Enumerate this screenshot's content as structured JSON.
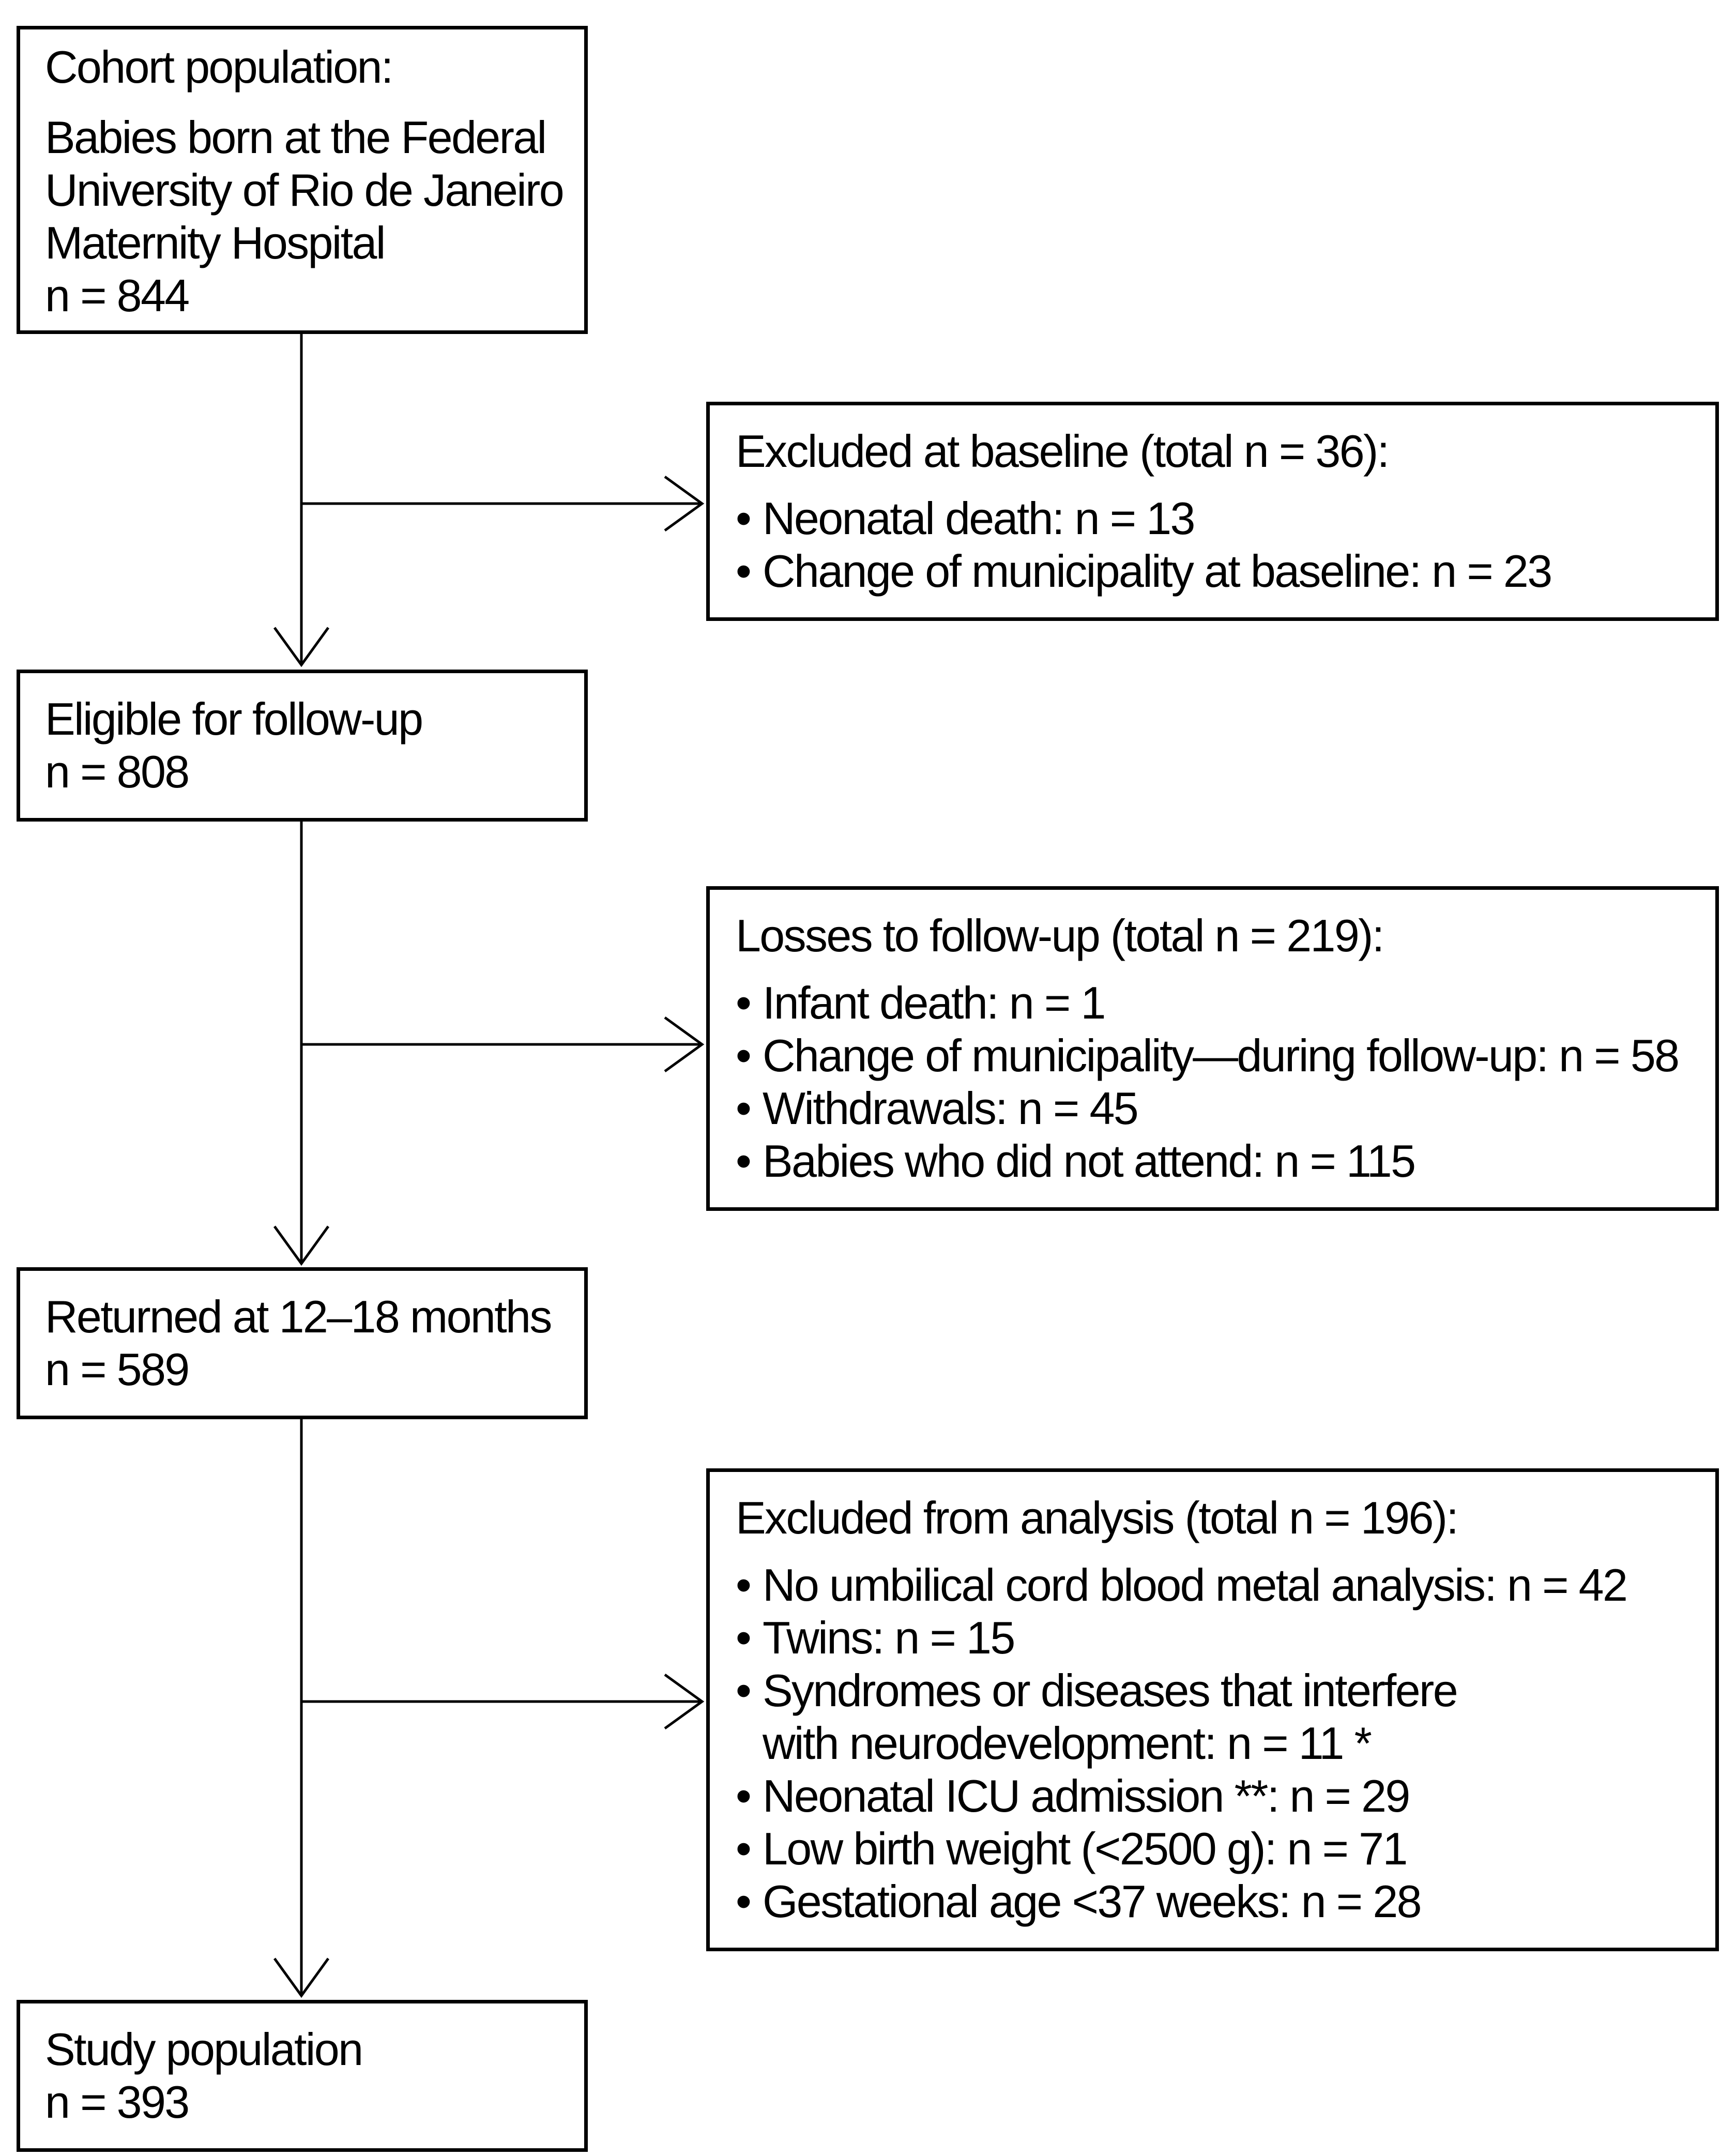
{
  "bullet": "•",
  "colors": {
    "line": "#000000",
    "background": "#ffffff",
    "text": "#000000"
  },
  "boxes": {
    "cohort": {
      "title": "Cohort population:",
      "body": "Babies born at the Federal\nUniversity of Rio de Janeiro\nMaternity Hospital\nn = 844"
    },
    "excluded_baseline": {
      "title": "Excluded at baseline (total n = 36):",
      "items": [
        "Neonatal death: n = 13",
        "Change of municipality at baseline: n = 23"
      ]
    },
    "eligible": {
      "title": "Eligible for follow-up",
      "n": "n = 808"
    },
    "losses": {
      "title": "Losses to follow-up (total n = 219):",
      "items": [
        "Infant death: n = 1",
        "Change of municipality—during follow-up: n = 58",
        "Withdrawals: n = 45",
        "Babies who did not attend: n = 115"
      ]
    },
    "returned": {
      "title": "Returned at 12–18 months",
      "n": "n = 589"
    },
    "excluded_analysis": {
      "title": "Excluded from analysis (total n = 196):",
      "items": [
        "No umbilical cord blood metal analysis: n = 42",
        "Twins: n = 15",
        "Syndromes or diseases that interfere\nwith neurodevelopment: n = 11 *",
        "Neonatal ICU admission **: n = 29",
        "Low birth weight (<2500 g): n = 71",
        "Gestational age <37 weeks: n = 28"
      ]
    },
    "study": {
      "title": "Study population",
      "n": "n = 393"
    }
  }
}
